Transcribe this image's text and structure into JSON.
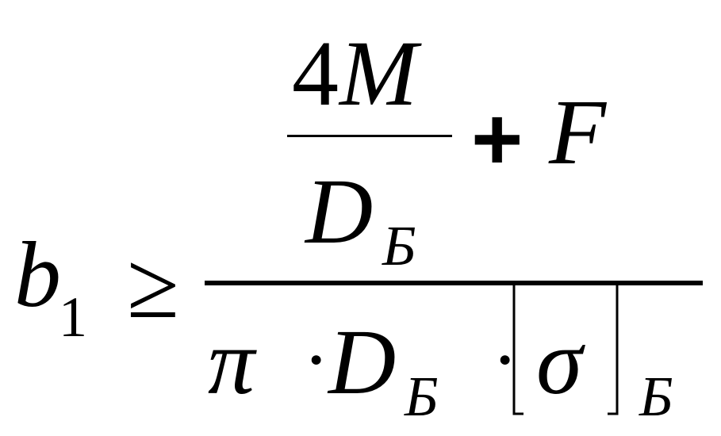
{
  "formula": {
    "lhs": {
      "var": "b",
      "sub": "1"
    },
    "relation": "≥",
    "numerator": {
      "coef": "4",
      "moment": "M",
      "denom_var": "D",
      "denom_sub": "Б",
      "plus": "+",
      "force": "F"
    },
    "denominator": {
      "pi": "π",
      "dot1": "·",
      "diam_var": "D",
      "diam_sub": "Б",
      "dot2": "·",
      "sigma": "σ",
      "sigma_sub": "Б"
    }
  }
}
